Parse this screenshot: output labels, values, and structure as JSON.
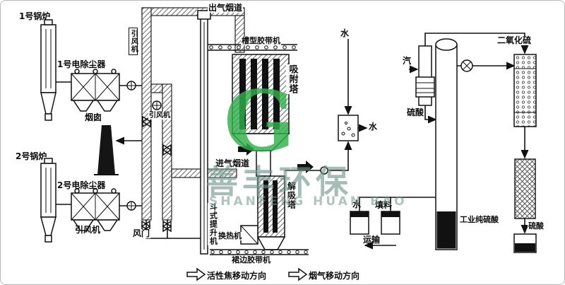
{
  "colors": {
    "line": "#111111",
    "background": "#ffffff",
    "border": "#b9b9b9",
    "watermark_green": "#2fb04a",
    "watermark_text": "#6f958a"
  },
  "icons": {
    "fan": "circle-with-cross",
    "valve": "bowtie",
    "flow_arrow": "hollow-right-arrow",
    "gas_flow_arrow": "solid-black-right-arrow"
  },
  "labels": {
    "boiler1": "1号锅炉",
    "esp1": "1号电除尘器",
    "fan1": "引风机",
    "outlet_flue": "出气烟道",
    "trough_belt": "槽型胶带机",
    "adsorption_tower": "吸附塔",
    "chimney": "烟囱",
    "fan2": "引风机",
    "boiler2": "2号锅炉",
    "esp2": "2号电除尘器",
    "fan3": "引风机",
    "damper": "风门",
    "inlet_flue": "进气烟道",
    "bucket_elevator": "斗式提升机",
    "desorption_tower": "解吸塔",
    "heat_exchanger": "换热机",
    "skirt_belt": "裙边胶带机",
    "water1": "水",
    "steam": "汽",
    "acid1": "硫酸",
    "so2": "二氧化硫",
    "water2": "水",
    "water3": "水",
    "packing": "填料",
    "transport": "运输",
    "industrial_acid": "工业纯硫酸",
    "acid2": "硫酸"
  },
  "legend": {
    "coke": "活性焦移动方向",
    "gas": "烟气移动方向"
  },
  "watermark": {
    "cn": "善丰环保",
    "en": "SHANFENG HUAN BAO"
  }
}
